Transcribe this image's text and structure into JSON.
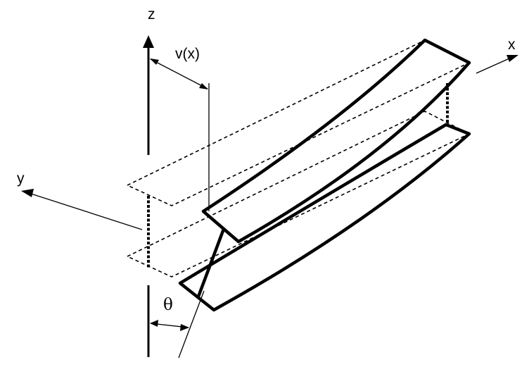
{
  "labels": {
    "z_axis": "z",
    "x_axis": "x",
    "y_axis": "y",
    "deflection": "v(x)",
    "twist_angle": "θ"
  },
  "colors": {
    "ink": "#000000",
    "background": "#ffffff"
  }
}
